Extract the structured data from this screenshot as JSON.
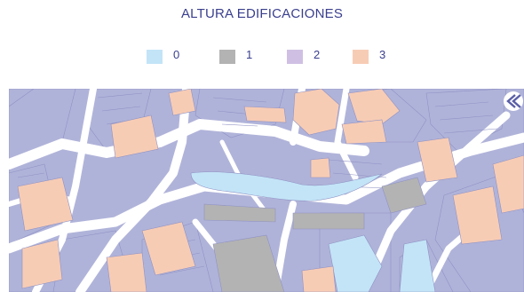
{
  "title": "ALTURA EDIFICACIONES",
  "legend": [
    {
      "label": "0",
      "color": "#c3e4f7"
    },
    {
      "label": "1",
      "color": "#b3b3b3"
    },
    {
      "label": "2",
      "color": "#cfc0e3"
    },
    {
      "label": "3",
      "color": "#f7ccb5"
    }
  ],
  "map_colors": {
    "block": "#b0b3d9",
    "block_outline": "#8f92c4",
    "street": "#ffffff",
    "water": "#c3e4f7",
    "gray": "#b3b3b3",
    "peach": "#f7ccb5"
  },
  "nav_icon": "double-arrow-left-icon"
}
